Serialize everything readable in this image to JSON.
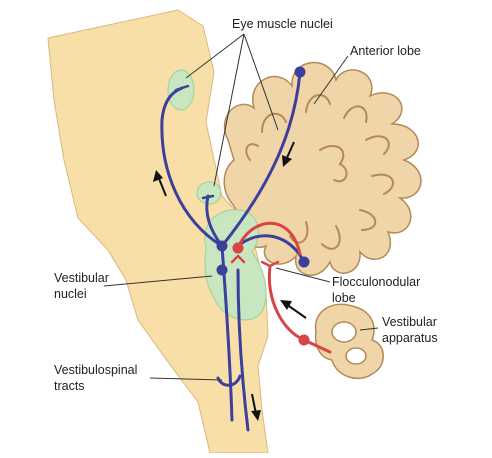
{
  "labels": {
    "eye_muscle_nuclei": "Eye muscle nuclei",
    "anterior_lobe": "Anterior lobe",
    "flocculonodular_line1": "Flocculonodular",
    "flocculonodular_line2": "lobe",
    "vestibular_nuclei_line1": "Vestibular",
    "vestibular_nuclei_line2": "nuclei",
    "vestibular_apparatus_line1": "Vestibular",
    "vestibular_apparatus_line2": "apparatus",
    "vestibulospinal_line1": "Vestibulospinal",
    "vestibulospinal_line2": "tracts"
  },
  "colors": {
    "brainstem_fill": "#f8dfa8",
    "brainstem_stroke": "#d8b880",
    "cerebellum_fill": "#f0d5a8",
    "cerebellum_stroke": "#b48a58",
    "nucleus_fill": "#c8e6c0",
    "efferent_pathway": "#3c3f9c",
    "afferent_pathway": "#d94545",
    "arrow": "#111111"
  },
  "icons": {
    "direction_arrows": "arrow-icon",
    "neuron_bodies": "neuron-dot-icon"
  }
}
